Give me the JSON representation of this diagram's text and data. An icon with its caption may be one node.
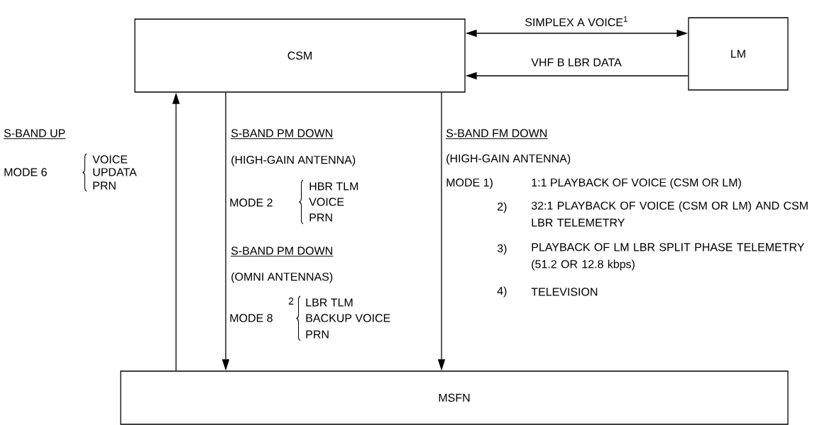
{
  "diagram": {
    "nodes": [
      {
        "text": [
          "CSM"
        ]
      },
      {
        "text": [
          "LM"
        ]
      },
      {
        "text": [
          "MSFN"
        ]
      }
    ],
    "edges": [
      {
        "from": 0,
        "to": 1,
        "arrow": "both",
        "label": "SIMPLEX A VOICE$^{1}$"
      },
      {
        "from": 1,
        "to": 0,
        "arrow": "to",
        "label": "VHF B LBR DATA"
      },
      {
        "from": 2,
        "to": 0,
        "arrow": "to"
      },
      {
        "from": 0,
        "to": 2,
        "arrow": "to"
      },
      {
        "from": 0,
        "to": 2,
        "arrow": "to"
      }
    ],
    "labels": [
      "S-BAND UP",
      "MODE 6",
      "VOICE",
      "UPDATA",
      "PRN",
      "S-BAND PM DOWN",
      "(HIGH-GAIN ANTENNA)",
      "MODE 2",
      "HBR TLM",
      "VOICE",
      "PRN",
      "S-BAND PM DOWN",
      "(OMNI ANTENNAS)",
      "MODE 8",
      "2",
      "LBR TLM",
      "BACKUP VOICE",
      "PRN",
      "S-BAND FM DOWN",
      "(HIGH-GAIN ANTENNA)",
      "MODE 1)",
      "1:1 PLAYBACK OF VOICE (CSM OR LM)",
      "2)",
      "32:1 PLAYBACK OF VOICE (CSM OR LM) AND CSM LBR TELEMETRY",
      "3)",
      "PLAYBACK OF LM LBR SPLIT PHASE TELEMETRY (51.2 OR 12.8 kbps)",
      "4)",
      "TELEVISION"
    ]
  }
}
